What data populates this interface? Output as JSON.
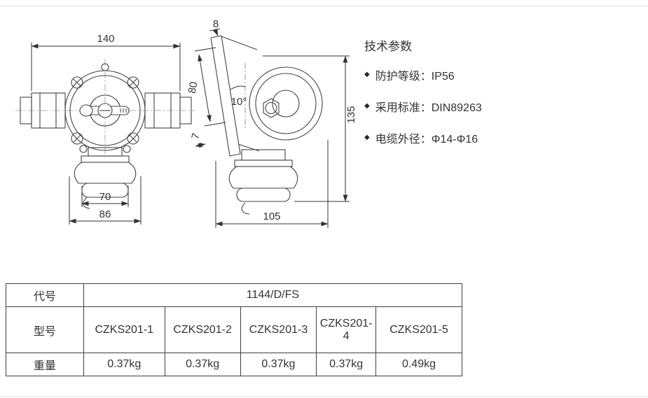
{
  "drawing": {
    "front": {
      "dim_top": "140",
      "dim_inner": "70",
      "dim_outer": "86"
    },
    "side": {
      "dim_thickness": "8",
      "dim_slant": "80",
      "dim_angle": "10°",
      "dim_gap": "7",
      "dim_height": "135",
      "dim_bottom": "105"
    }
  },
  "specs": {
    "title": "技术参数",
    "bullet": "◆",
    "items": [
      "防护等级：IP56",
      "采用标准：DIN89263",
      "电缆外径：Φ14-Φ16"
    ]
  },
  "table": {
    "code_label": "代号",
    "code_value": "1144/D/FS",
    "model_label": "型号",
    "models": [
      "CZKS201-1",
      "CZKS201-2",
      "CZKS201-3",
      "CZKS201-4",
      "CZKS201-5"
    ],
    "weight_label": "重量",
    "weights": [
      "0.37kg",
      "0.37kg",
      "0.37kg",
      "0.37kg",
      "0.49kg"
    ]
  }
}
